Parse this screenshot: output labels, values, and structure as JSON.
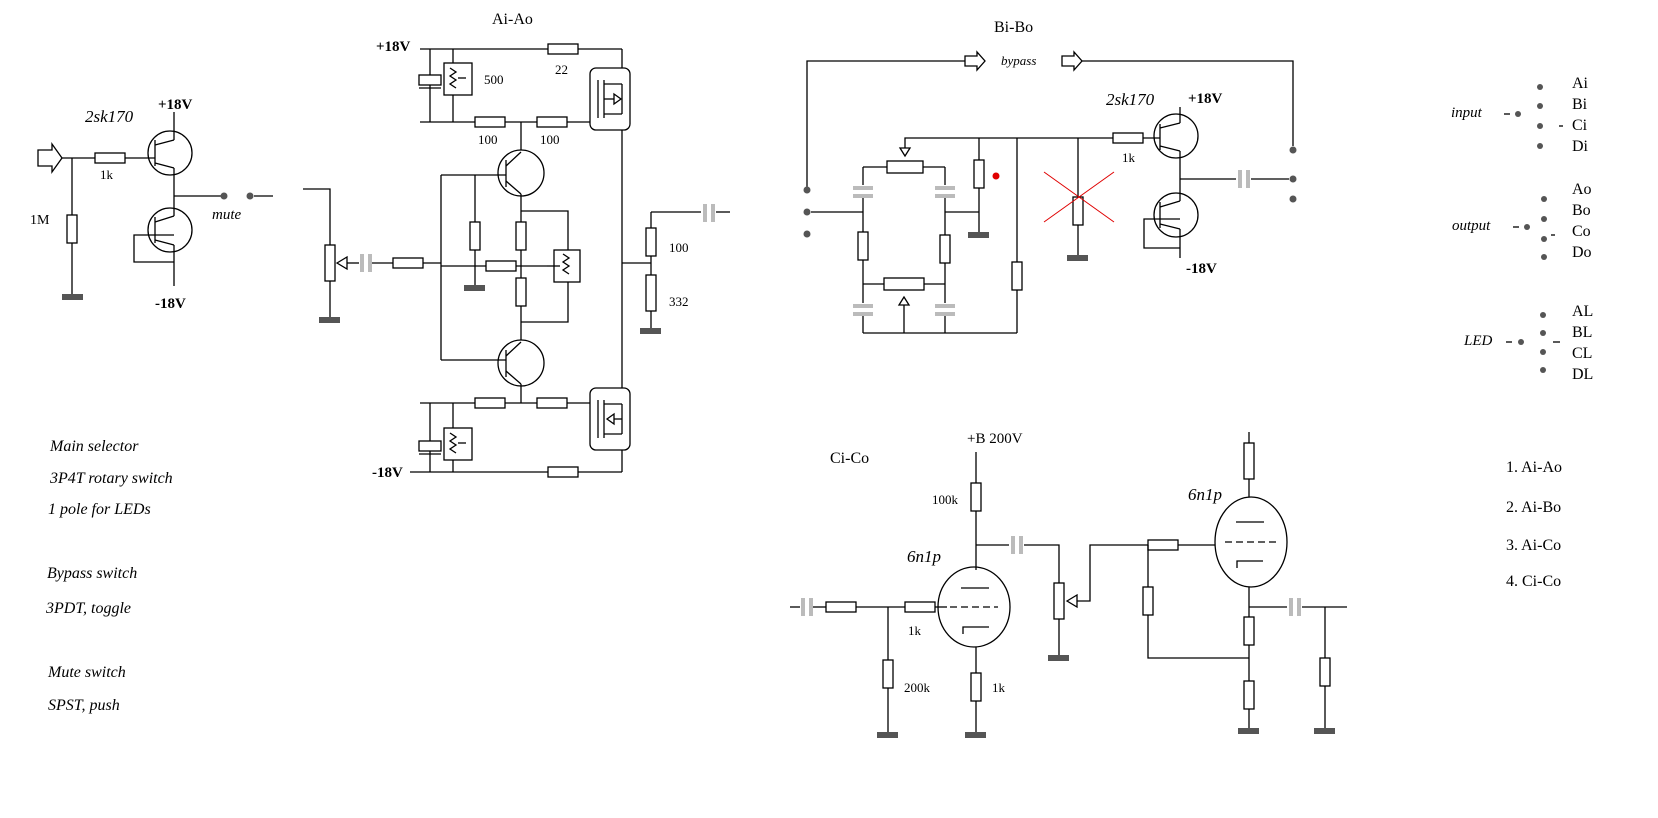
{
  "titles": {
    "ai_ao": "Ai-Ao",
    "bi_bo": "Bi-Bo",
    "ci_co": "Ci-Co"
  },
  "input_stage": {
    "transistor": "2sk170",
    "vplus": "+18V",
    "vminus": "-18V",
    "r_in": "1k",
    "r_gnd": "1M",
    "mute": "mute"
  },
  "ai_ao": {
    "vplus": "+18V",
    "vminus": "-18V",
    "r22": "22",
    "pot500": "500",
    "r100a": "100",
    "r100b": "100",
    "r_out": "100",
    "r332": "332"
  },
  "bi_bo": {
    "bypass": "bypass",
    "transistor": "2sk170",
    "vplus": "+18V",
    "vminus": "-18V",
    "r1k": "1k"
  },
  "ci_co": {
    "supply": "+B  200V",
    "r100k": "100k",
    "tube1": "6n1p",
    "tube2": "6n1p",
    "r1k_grid": "1k",
    "r200k": "200k",
    "r1k_cathode": "1k"
  },
  "switches": {
    "input_label": "input",
    "input": [
      "Ai",
      "Bi",
      "Ci",
      "Di"
    ],
    "output_label": "output",
    "output": [
      "Ao",
      "Bo",
      "Co",
      "Do"
    ],
    "led_label": "LED",
    "led": [
      "AL",
      "BL",
      "CL",
      "DL"
    ]
  },
  "notes": [
    "Main selector",
    "3P4T rotary switch",
    "1 pole for LEDs",
    "Bypass switch",
    "3PDT, toggle",
    "Mute switch",
    "SPST,  push"
  ],
  "modes": [
    "1. Ai-Ao",
    "2. Ai-Bo",
    "3. Ai-Co",
    "4. Ci-Co"
  ]
}
